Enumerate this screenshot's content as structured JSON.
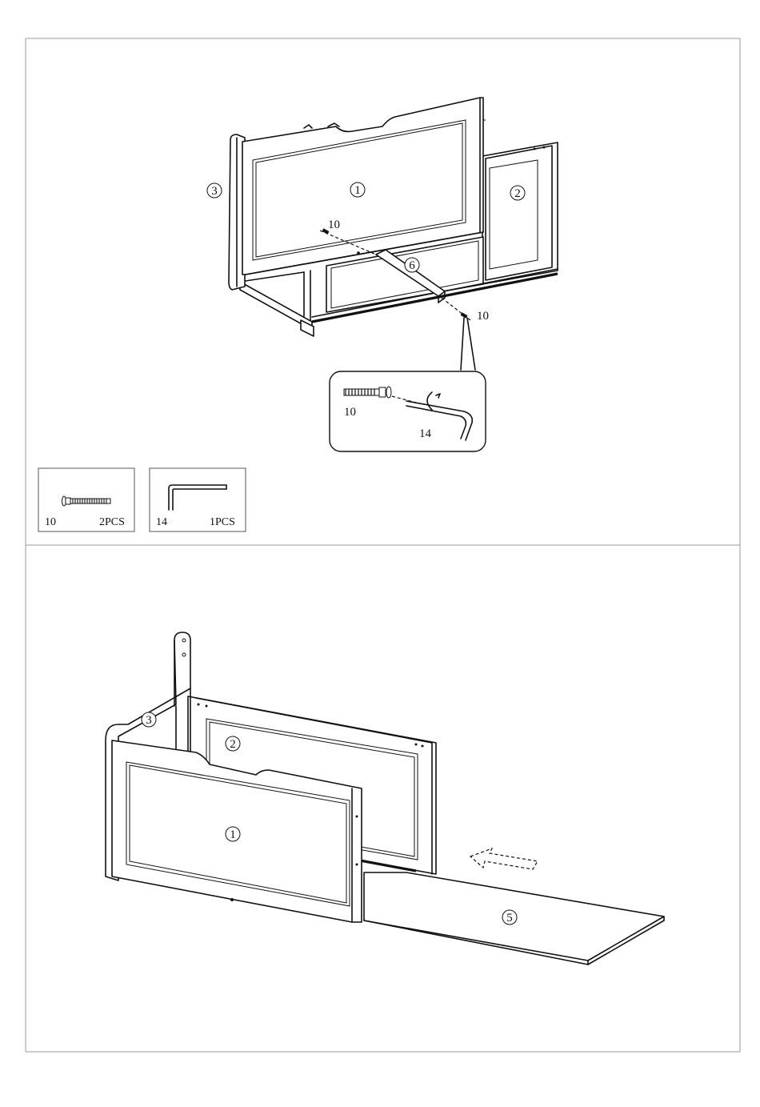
{
  "step1": {
    "part_labels": {
      "p1": "1",
      "p2": "2",
      "p3": "3",
      "p6": "6"
    },
    "screw_callout_top": "10",
    "screw_callout_bottom": "10",
    "detail": {
      "screw": "10",
      "wrench": "14"
    }
  },
  "parts_list": [
    {
      "id": "10",
      "qty": "2PCS",
      "icon": "screw-icon"
    },
    {
      "id": "14",
      "qty": "1PCS",
      "icon": "allen-key-icon"
    }
  ],
  "step2": {
    "part_labels": {
      "p1": "1",
      "p2": "2",
      "p3": "3",
      "p5": "5"
    },
    "arrow_icon": "dashed-arrow-icon"
  }
}
